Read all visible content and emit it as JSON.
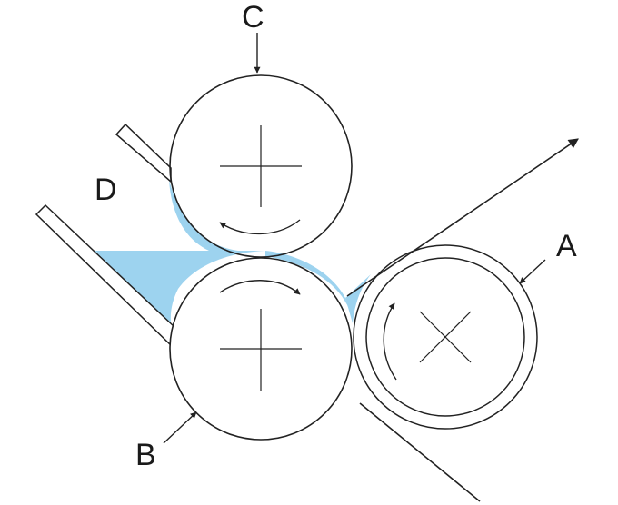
{
  "labels": {
    "A": "A",
    "B": "B",
    "C": "C",
    "D": "D"
  },
  "colors": {
    "fluid": "#9dd3ef",
    "stroke": "#222222",
    "background": "#ffffff"
  }
}
